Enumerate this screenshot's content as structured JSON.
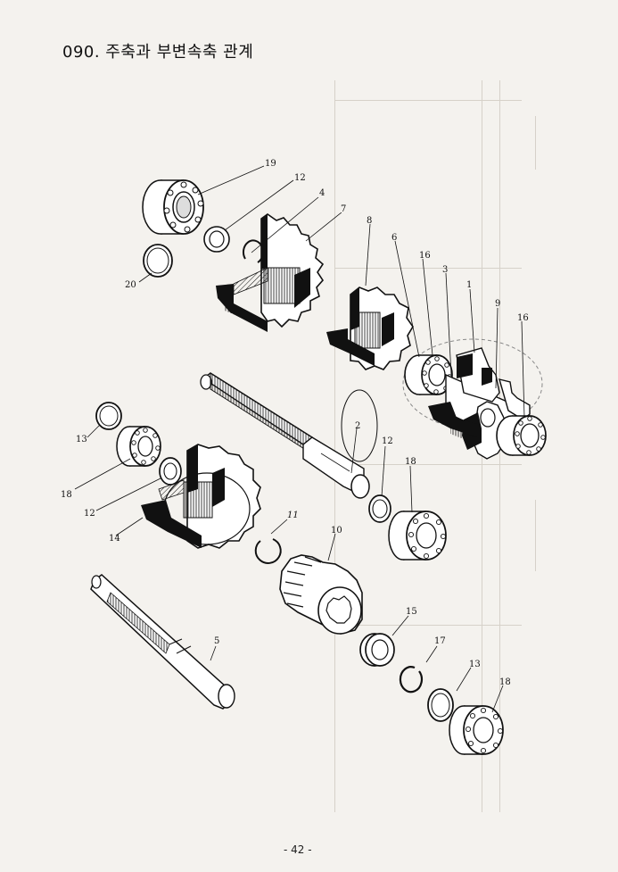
{
  "title": "090. 주축과 부변속축 관계",
  "page_number": "- 42 -",
  "callouts": [
    "19",
    "12",
    "4",
    "7",
    "8",
    "20",
    "6",
    "16",
    "3",
    "1",
    "9",
    "16",
    "2",
    "13",
    "18",
    "12",
    "12",
    "14",
    "18",
    "11",
    "10",
    "5",
    "15",
    "17",
    "13",
    "18"
  ],
  "colors": {
    "paper": "#f4f2ee",
    "ink": "#151515",
    "bleed_through": "#cfcac2"
  }
}
